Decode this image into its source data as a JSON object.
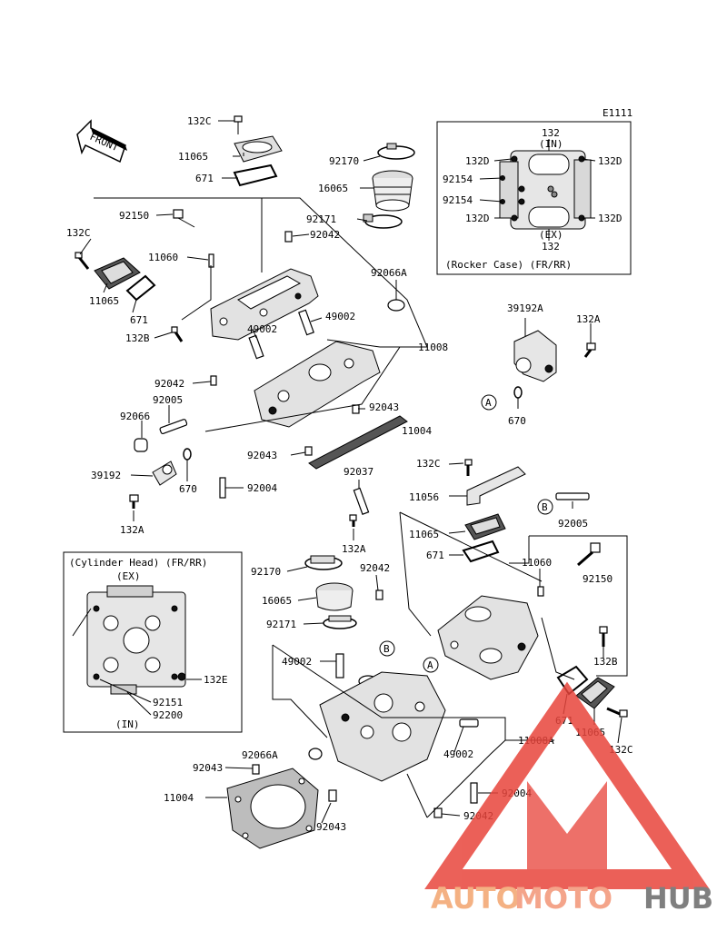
{
  "code": "E1111",
  "front_label": "FRONT",
  "labels": {
    "l132C_top": "132C",
    "l11065_top": "11065",
    "l671_top": "671",
    "l92170_top": "92170",
    "l16065_top": "16065",
    "l92171_top": "92171",
    "l92042_a": "92042",
    "l92150_left": "92150",
    "l132C_left": "132C",
    "l11060_left": "11060",
    "l11065_left": "11065",
    "l671_left": "671",
    "l132B_left": "132B",
    "l49002_a": "49002",
    "l49002_b": "49002",
    "l92066A_top": "92066A",
    "l11008": "11008",
    "l92042_b": "92042",
    "l92005_left": "92005",
    "l92066": "92066",
    "l92043_a": "92043",
    "l11004_top": "11004",
    "l92043_b": "92043",
    "l39192": "39192",
    "l670_left": "670",
    "l92004_left": "92004",
    "l132A_left": "132A",
    "l92037": "92037",
    "l132A_mid": "132A",
    "l39192A": "39192A",
    "l132A_right": "132A",
    "l670_right": "670",
    "l132C_mid": "132C",
    "l11056": "11056",
    "l11065_mid": "11065",
    "l671_mid": "671",
    "l92005_right": "92005",
    "l11060_right": "11060",
    "l92150_right": "92150",
    "l92170_bot": "92170",
    "l92042_c": "92042",
    "l16065_bot": "16065",
    "l92171_bot": "92171",
    "l49002_c": "49002",
    "l132B_right": "132B",
    "l671_right": "671",
    "l11065_right": "11065",
    "l132C_right": "132C",
    "l11008A": "11008A",
    "l49002_d": "49002",
    "l92066A_bot": "92066A",
    "l92043_c": "92043",
    "l11004_bot": "11004",
    "l92043_d": "92043",
    "l92004_right": "92004",
    "l92042_d": "92042"
  },
  "inset_rocker": {
    "title": "(Rocker Case) (FR/RR)",
    "in_label": "(IN)",
    "ex_label": "(EX)",
    "labels": {
      "top132": "132",
      "bot132": "132",
      "l132D_tl": "132D",
      "l132D_tr": "132D",
      "l132D_bl": "132D",
      "l132D_br": "132D",
      "l92154_a": "92154",
      "l92154_b": "92154"
    }
  },
  "inset_head": {
    "title": "(Cylinder Head) (FR/RR)",
    "ex_label": "(EX)",
    "in_label": "(IN)",
    "labels": {
      "l132E": "132E",
      "l92151": "92151",
      "l92200": "92200"
    }
  },
  "ref_markers": {
    "a1": "A",
    "a2": "A",
    "b1": "B",
    "b2": "B"
  },
  "watermark": {
    "part1": "AUTO",
    "part2": "MOTO",
    "part3": "HUB",
    "color1": "#f4b183",
    "color2": "#f4a48a",
    "color3": "#7f7f7f",
    "logo_color": "#e8453c"
  }
}
